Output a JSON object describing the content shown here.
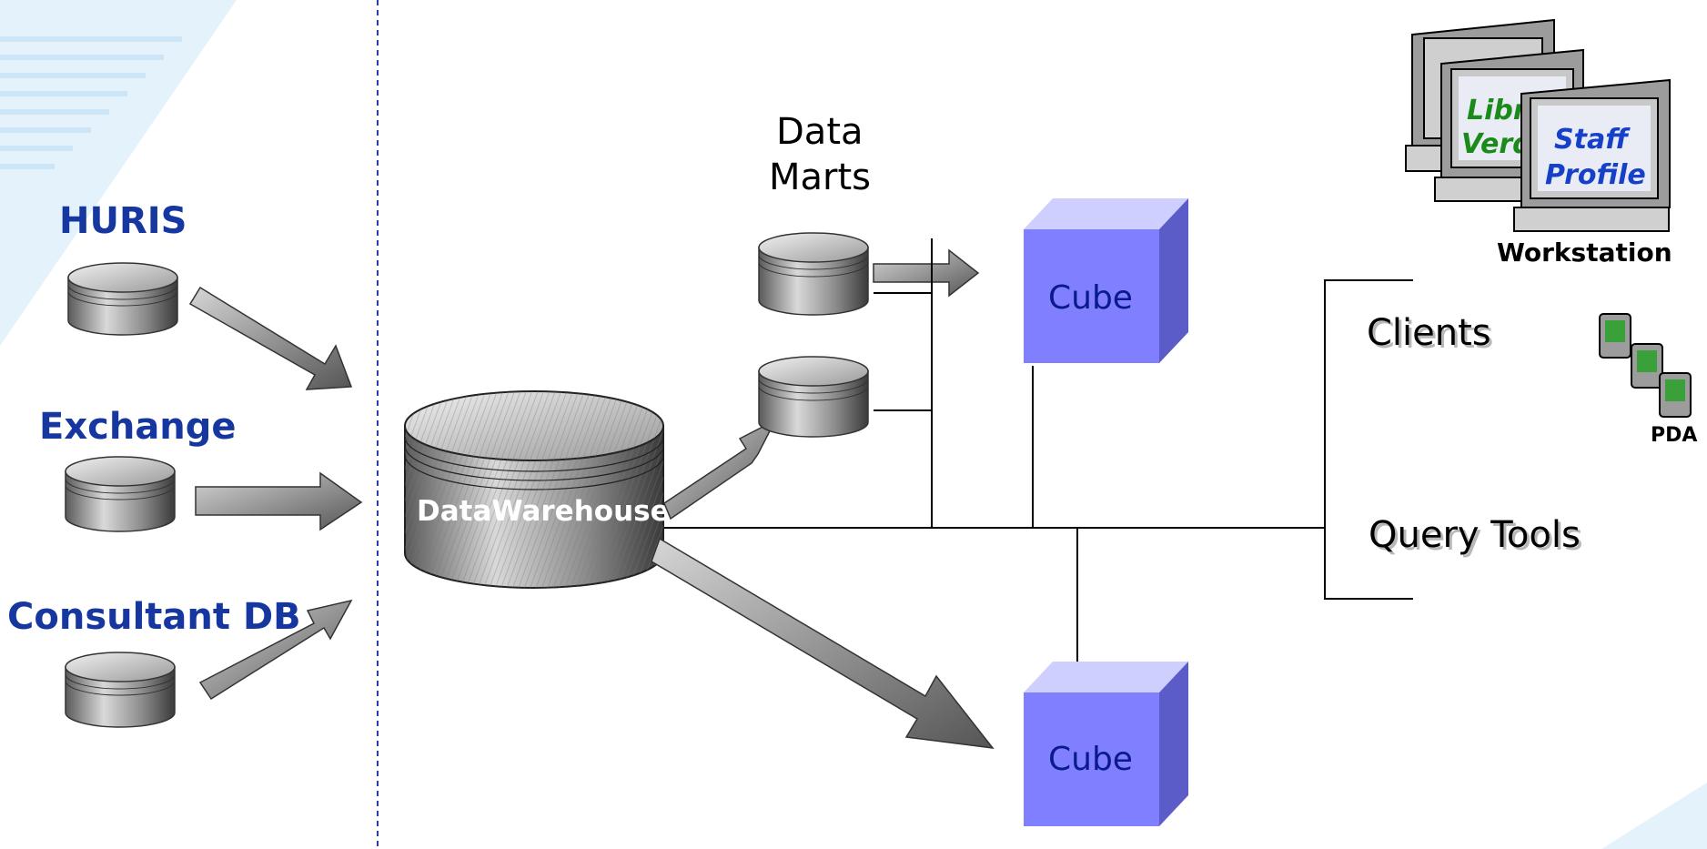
{
  "sources": [
    {
      "label": "HURIS"
    },
    {
      "label": "Exchange"
    },
    {
      "label": "Consultant DB"
    }
  ],
  "warehouse": {
    "label": "DataWarehouse"
  },
  "data_marts": {
    "label_line1": "Data",
    "label_line2": "Marts"
  },
  "cubes": [
    {
      "label": "Cube"
    },
    {
      "label": "Cube"
    }
  ],
  "clients": {
    "label": "Clients"
  },
  "query_tools": {
    "label": "Query Tools"
  },
  "workstation": {
    "label": "Workstation",
    "screen1_line1": "Libr",
    "screen1_line2": "Verd",
    "screen2_line1": "Staff",
    "screen2_line2": "Profile"
  },
  "pda": {
    "label": "PDA"
  },
  "colors": {
    "source_label": "#1636a0",
    "cube_front": "#7f7fff",
    "cube_top": "#cfcfff",
    "cube_side": "#5c5cc8",
    "divider": "#2a3cb0"
  }
}
